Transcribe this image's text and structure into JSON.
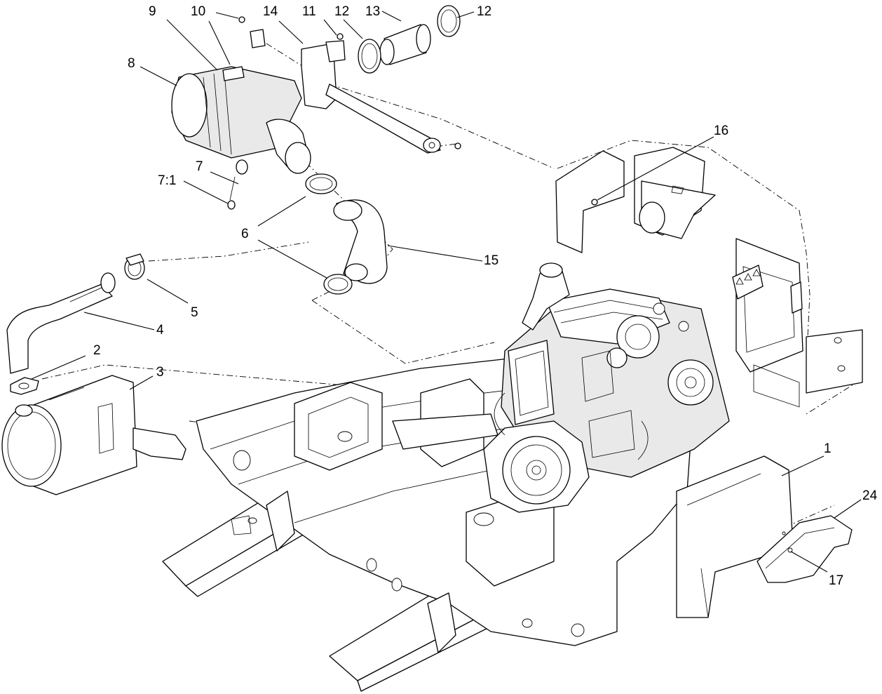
{
  "callouts": [
    {
      "id": "c1",
      "label": "1"
    },
    {
      "id": "c2",
      "label": "2"
    },
    {
      "id": "c3",
      "label": "3"
    },
    {
      "id": "c4",
      "label": "4"
    },
    {
      "id": "c5",
      "label": "5"
    },
    {
      "id": "c6",
      "label": "6"
    },
    {
      "id": "c7",
      "label": "7"
    },
    {
      "id": "c7_1",
      "label": "7:1"
    },
    {
      "id": "c8",
      "label": "8"
    },
    {
      "id": "c9",
      "label": "9"
    },
    {
      "id": "c10",
      "label": "10"
    },
    {
      "id": "c11",
      "label": "11"
    },
    {
      "id": "c12a",
      "label": "12"
    },
    {
      "id": "c12b",
      "label": "12"
    },
    {
      "id": "c13",
      "label": "13"
    },
    {
      "id": "c14",
      "label": "14"
    },
    {
      "id": "c15",
      "label": "15"
    },
    {
      "id": "c16",
      "label": "16"
    },
    {
      "id": "c17",
      "label": "17"
    },
    {
      "id": "c24",
      "label": "24"
    }
  ]
}
